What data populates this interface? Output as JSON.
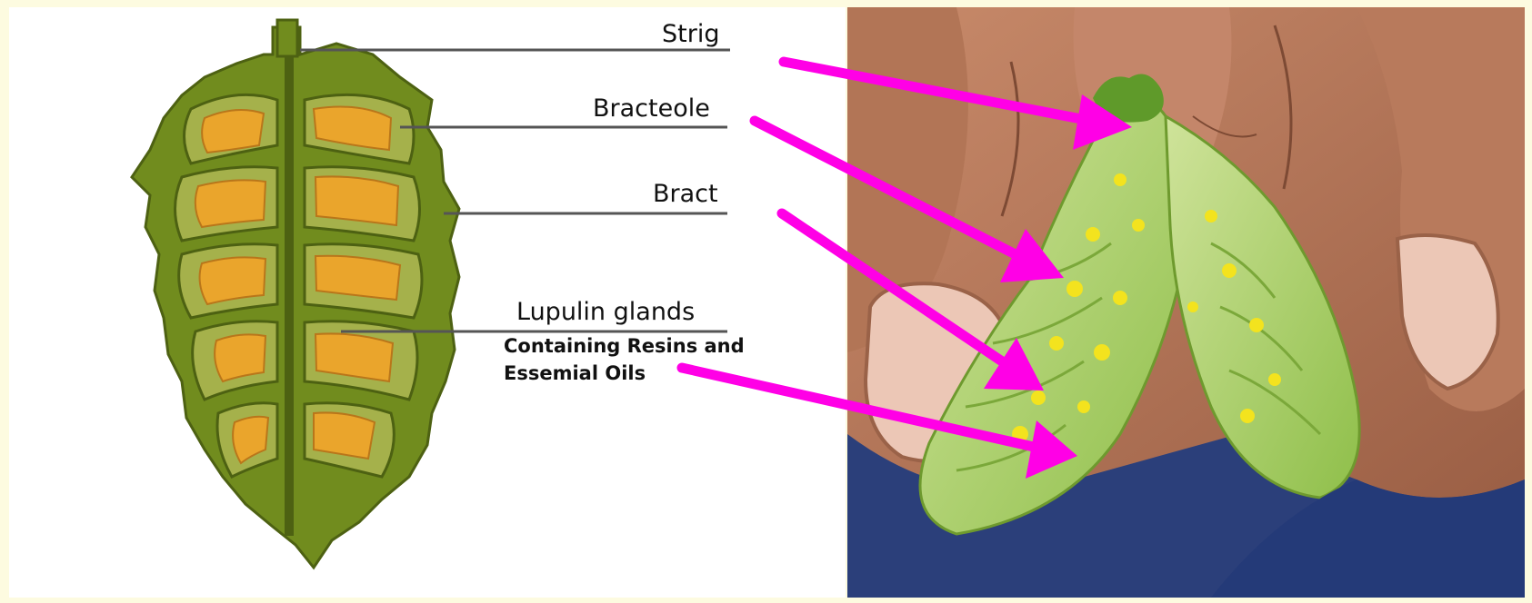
{
  "labels": {
    "strig": "Strig",
    "bracteole": "Bracteole",
    "bract": "Bract",
    "lupulin": "Lupulin glands",
    "lupulin_note_line1": "Containing Resins and",
    "lupulin_note_line2": "Essemial Oils"
  },
  "colors": {
    "background": "#fdfbe0",
    "cone_dark": "#6e8a1f",
    "cone_light": "#9fb04a",
    "lupulin_orange": "#eaa52c",
    "arrow_magenta": "#ff00e6",
    "leader_line": "#555555"
  }
}
